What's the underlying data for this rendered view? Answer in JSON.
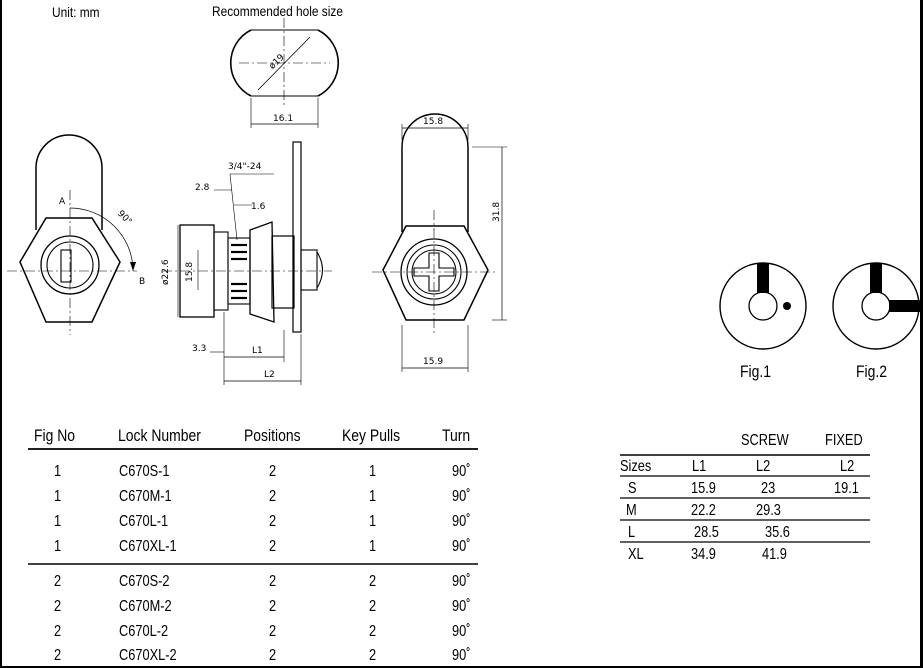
{
  "unit_label": "Unit: mm",
  "hole_title": "Recommended hole size",
  "dims": {
    "hole_dia": "ø19",
    "hole_width": "16.1",
    "thread": "3/4\"-24",
    "d28": "2.8",
    "d16": "1.6",
    "d226": "ø22.6",
    "d158v": "15.8",
    "d33": "3.3",
    "l1": "L1",
    "l2": "L2",
    "front_top": "15.8",
    "front_height": "31.8",
    "front_bottom": "15.9",
    "angle": "90°",
    "point_a": "A",
    "point_b": "B"
  },
  "figures": [
    {
      "label": "Fig.1"
    },
    {
      "label": "Fig.2"
    }
  ],
  "lock_table": {
    "headers": [
      "Fig No",
      "Lock Number",
      "Positions",
      "Key Pulls",
      "Turn"
    ],
    "rows": [
      [
        "1",
        "C670S-1",
        "2",
        "1",
        "90˚"
      ],
      [
        "1",
        "C670M-1",
        "2",
        "1",
        "90˚"
      ],
      [
        "1",
        "C670L-1",
        "2",
        "1",
        "90˚"
      ],
      [
        "1",
        "C670XL-1",
        "2",
        "1",
        "90˚"
      ],
      [
        "2",
        "C670S-2",
        "2",
        "2",
        "90˚"
      ],
      [
        "2",
        "C670M-2",
        "2",
        "2",
        "90˚"
      ],
      [
        "2",
        "C670L-2",
        "2",
        "2",
        "90˚"
      ],
      [
        "2",
        "C670XL-2",
        "2",
        "2",
        "90˚"
      ]
    ]
  },
  "size_table": {
    "group_screw": "SCREW",
    "group_fixed": "FIXED",
    "headers": [
      "Sizes",
      "L1",
      "L2",
      "L2"
    ],
    "rows": [
      [
        "S",
        "15.9",
        "23",
        "19.1"
      ],
      [
        "M",
        "22.2",
        "29.3",
        ""
      ],
      [
        "L",
        "28.5",
        "35.6",
        ""
      ],
      [
        "XL",
        "34.9",
        "41.9",
        ""
      ]
    ]
  }
}
